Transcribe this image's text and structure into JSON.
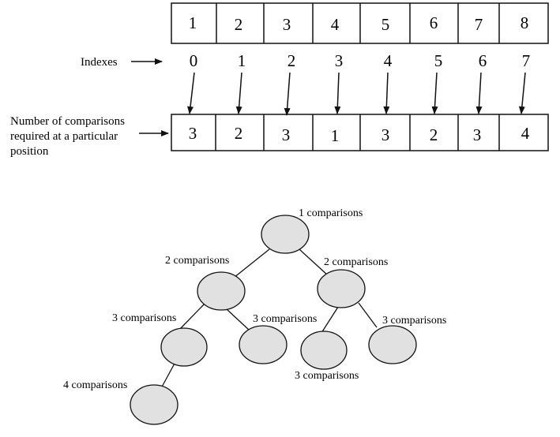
{
  "values": [
    "1",
    "2",
    "3",
    "4",
    "5",
    "6",
    "7",
    "8"
  ],
  "indexes_label": "Indexes",
  "indexes": [
    "0",
    "1",
    "2",
    "3",
    "4",
    "5",
    "6",
    "7"
  ],
  "comparisons_label": [
    "Number of comparisons",
    "required at a particular",
    "position"
  ],
  "comparisons": [
    "3",
    "2",
    "3",
    "1",
    "3",
    "2",
    "3",
    "4"
  ],
  "tree": {
    "nodes": [
      {
        "label": "1 comparisons"
      },
      {
        "label": "2 comparisons"
      },
      {
        "label": "2 comparisons"
      },
      {
        "label": "3 comparisons"
      },
      {
        "label": "3 comparisons"
      },
      {
        "label": "3 comparisons"
      },
      {
        "label": "3 comparisons"
      },
      {
        "label": "4 comparisons"
      }
    ]
  }
}
